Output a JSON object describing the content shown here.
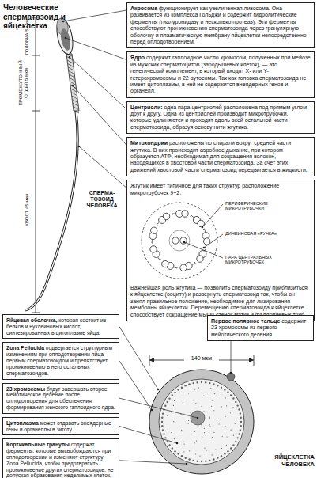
{
  "diagram": {
    "title": "Человеческие сперматозоид и яйцеклетка",
    "nodes": [
      {
        "text": [
          "Акросома",
          "функционирует как увеличенная лизосома. Она развивается из комплекса Гольджи и содержит гидролитические ферменты (гиалуронидазу и несколько протеаз). Эти ферменты способствуют проникновению сперматозоида через гранулярную оболочку и плазматическую мембрану яйцеклетки непосредственно перед оплодотворением."
        ]
      },
      {
        "text": [
          "Ядро",
          "содержит гаплоидное число хромосом, полученных при мейозе из мужских сперматоцитов (зародышевых клеток), — это генетический комплемент, в который входят X- или Y-гетерохромосомы и 22 аутосомы. Так как головка сперматозоида не имеет цитоплазмы, в ней не содержится внеядерных генов и органелл."
        ]
      },
      {
        "text": [
          "Центриоли:",
          "одна пара центриолей расположена под прямым углом друг к другу. Одна из центриолей производит микротрубочки, которые удлиняются и проходят вдоль всей остальной части сперматозоида, образуя основу нити жгутика."
        ]
      },
      {
        "text": [
          "Митохондрии",
          "расположены по спирали вокруг средней части жгутика. В них происходит аэробное дыхание, при котором образуется АТФ, необходимая для сокращения волокон, находящихся в хвостовой части сперматозоида. За счет этих движений хвостовой части сперматозоид передвигается в жидкости."
        ]
      },
      {
        "text": [
          "Жгутик имеет типичное для таких структур расположение микротрубочек 9+2.",
          "Важнейшая роль жгутика — позволить сперматозоиду приблизиться к яйцеклетке (ооциту) и развернуть сперматозоид так, чтобы он занял правильное положение, необходимое для лизирования мембраны яйцеклетки. Перемещению сперматозоида к яйцеклетке способствует сокращение мышц стенок матки и фаллопиевых труб."
        ]
      },
      {
        "text": [
          "Первое полярное тельце",
          "содержит 23 хромосомы из первого мейотического деления."
        ]
      },
      {
        "text": [
          "Яйцевая оболочка,",
          "которая состоит из белков и нуклеиновых кислот, синтезированных в цитоплазме яйца."
        ]
      },
      {
        "text": [
          "Zona Pellucida",
          "подвергается структурным изменениям при оплодотворении яйца первым сперматозоидом и препятствует проникновению в него остальных сперматозоидов."
        ]
      },
      {
        "text": [
          "23 хромосомы",
          "будут завершать второе мейотическое деление после оплодотворения для обеспечения формирования женского гаплоидного ядра."
        ]
      },
      {
        "text": [
          "Цитоплазма",
          "может отдавать внеядерные гены и органеллы в зиготу."
        ]
      },
      {
        "text": [
          "Кортикальные гранулы",
          "содержат ферменты, которые высвобождаются при оплодотворении и изменяют структуру Zona Pellucida, чтобы предотвратить проникновение других сперматозоидов, не допуская образования неделимых клеток."
        ]
      }
    ],
    "labels": [
      "ГОЛОВКА 5 мкм",
      "ПРОМЕЖУТОЧНЫЙ ОТДЕЛ 5 мкм",
      "ХВОСТ 45 мкм",
      "СПЕРМА-ТОЗОИД ЧЕЛОВЕКА",
      "ПЕРИФЕРИЧЕСКИЕ МИКРОТРУБОЧКИ",
      "ДИНЕИНОВАЯ «РУЧКА»",
      "ПАРА ЦЕНТРАЛЬНЫХ МИКРОТРУБОЧЕК",
      "140 мкм",
      "ЯЙЦЕКЛЕТКА ЧЕЛОВЕКА"
    ]
  }
}
